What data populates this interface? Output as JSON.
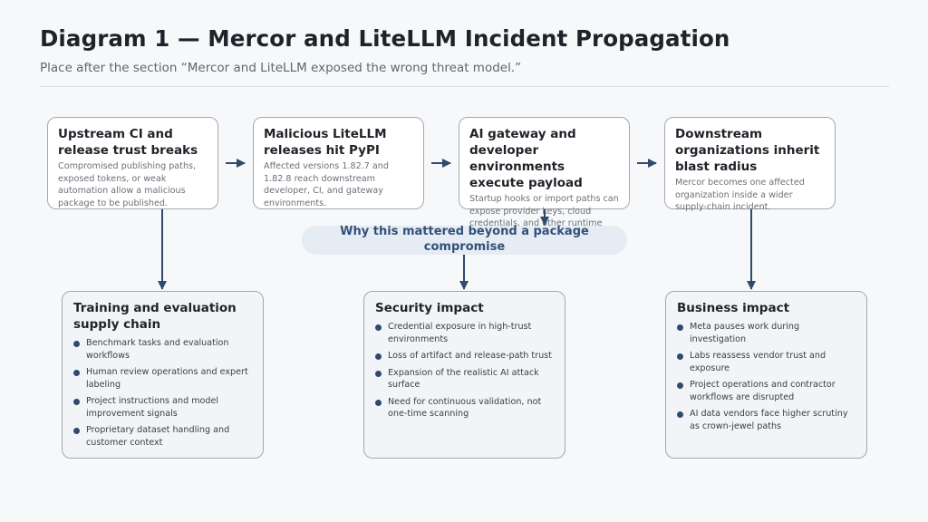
{
  "header": {
    "title": "Diagram 1 — Mercor and LiteLLM Incident Propagation",
    "subtitle": "Place after the section “Mercor and LiteLLM exposed the wrong threat model.”"
  },
  "flow": [
    {
      "title": "Upstream CI and release trust breaks",
      "description": "Compromised publishing paths, exposed tokens, or weak automation allow a malicious package to be published."
    },
    {
      "title": "Malicious LiteLLM releases hit PyPI",
      "description": "Affected versions 1.82.7 and 1.82.8 reach downstream developer, CI, and gateway environments."
    },
    {
      "title": "AI gateway and developer environments execute payload",
      "description": "Startup hooks or import paths can expose provider keys, cloud credentials, and other runtime"
    },
    {
      "title": "Downstream organizations inherit blast radius",
      "description": "Mercor becomes one affected organization inside a wider supply-chain incident."
    }
  ],
  "connector": {
    "label": "Why this mattered beyond a package compromise"
  },
  "impacts": [
    {
      "title": "Training and evaluation supply chain",
      "items": [
        "Benchmark tasks and evaluation workflows",
        "Human review operations and expert labeling",
        "Project instructions and model improvement signals",
        "Proprietary dataset handling and customer context"
      ]
    },
    {
      "title": "Security impact",
      "items": [
        "Credential exposure in high-trust environments",
        "Loss of artifact and release-path trust",
        "Expansion of the realistic AI attack surface",
        "Need for continuous validation, not one-time scanning"
      ]
    },
    {
      "title": "Business impact",
      "items": [
        "Meta pauses work during investigation",
        "Labs reassess vendor trust and exposure",
        "Project operations and contractor workflows are disrupted",
        "AI data vendors face higher scrutiny as crown-jewel paths"
      ]
    }
  ],
  "colors": {
    "arrow": "#2f4a6d",
    "accent_text": "#33507a",
    "pill_bg": "#e6ecf4"
  }
}
